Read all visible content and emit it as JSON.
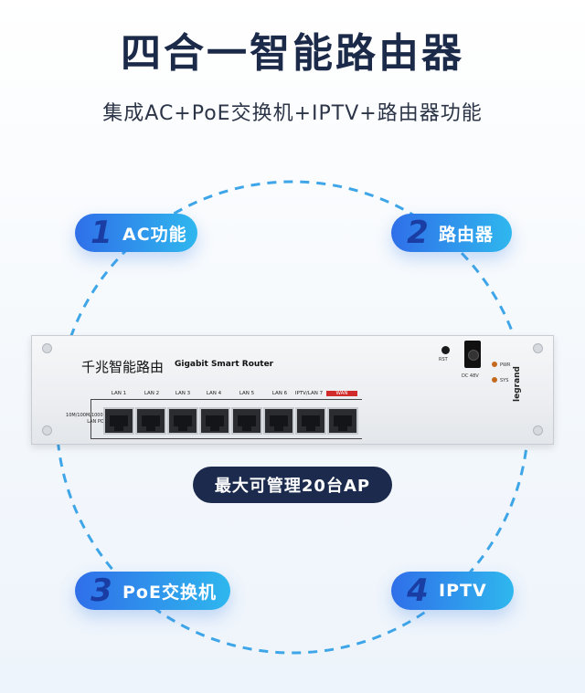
{
  "header": {
    "title": "四合一智能路由器",
    "subtitle": "集成AC+PoE交换机+IPTV+路由器功能"
  },
  "features": [
    {
      "num": "1",
      "label": "AC功能"
    },
    {
      "num": "2",
      "label": "路由器"
    },
    {
      "num": "3",
      "label": "PoE交换机"
    },
    {
      "num": "4",
      "label": "IPTV"
    }
  ],
  "router": {
    "name_cn": "千兆智能路由",
    "name_en": "Gigabit Smart Router",
    "speed_label": "10M/100M/1000M LAN POE",
    "ports": [
      "LAN 1",
      "LAN 2",
      "LAN 3",
      "LAN 4",
      "LAN 5",
      "LAN 6",
      "IPTV/LAN 7"
    ],
    "wan_label": "WAN",
    "rst_label": "RST",
    "dc_label": "DC 48V",
    "pwr_label": "PWR",
    "sys_label": "SYS",
    "brand": "legrand"
  },
  "badge": "最大可管理20台AP",
  "colors": {
    "accent_start": "#2f6fe9",
    "accent_end": "#2fb7ee",
    "ring": "#3ea6e8",
    "dark_badge": "#1b2a4d",
    "wan_red": "#d12a2a"
  }
}
